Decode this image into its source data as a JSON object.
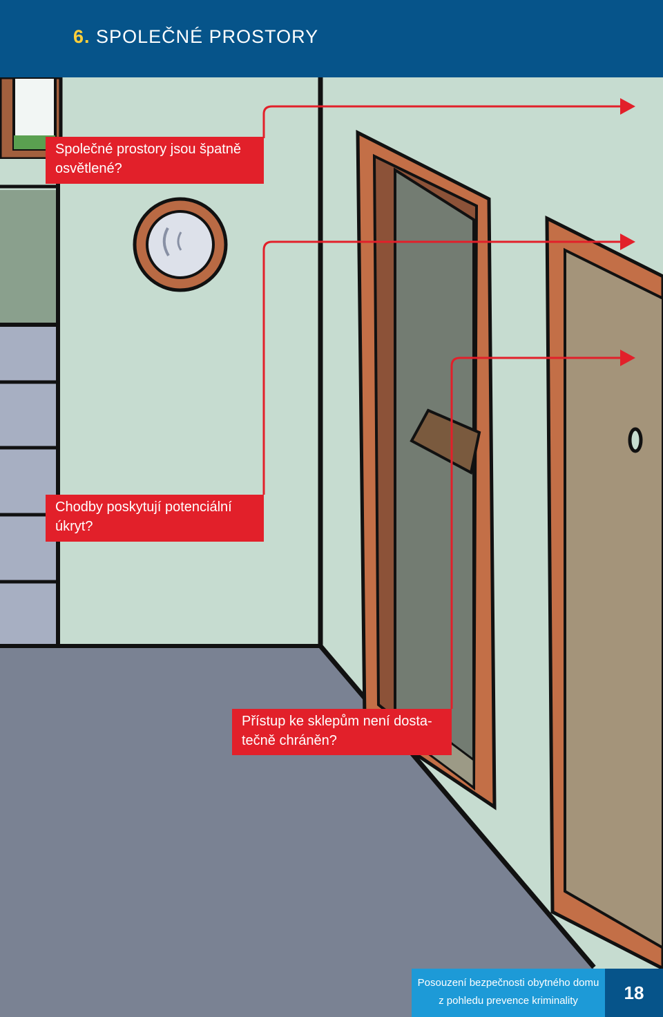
{
  "header": {
    "number": "6.",
    "title": "SPOLEČNÉ PROSTORY"
  },
  "callouts": [
    {
      "line1": "Společné prostory jsou špatně",
      "line2": "osvětlené?"
    },
    {
      "line1": "Chodby poskytují potenciální",
      "line2": "úkryt?"
    },
    {
      "line1": "Přístup ke sklepům není dosta-",
      "line2": "tečně chráněn?"
    }
  ],
  "footer": {
    "line1": "Posouzení bezpečnosti obytného domu",
    "line2": "z pohledu prevence kriminality",
    "page_number": "18"
  },
  "colors": {
    "header_bg": "#06548a",
    "callout_bg": "#e2202a",
    "footer_bg": "#1d9ad7",
    "wall": "#c6dcd0",
    "floor": "#7a8293"
  }
}
